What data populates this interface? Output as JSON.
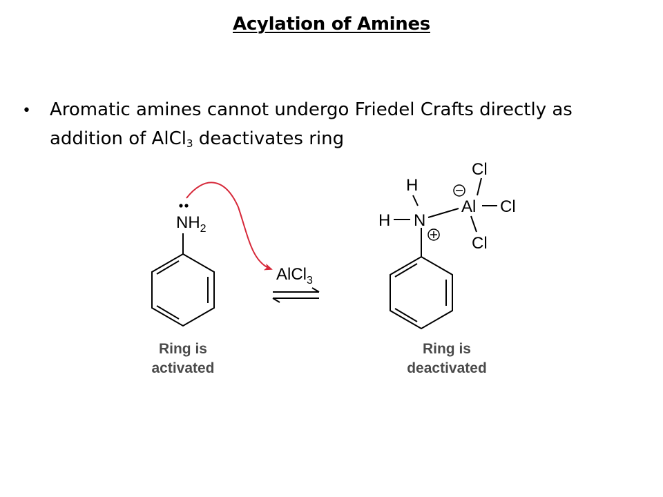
{
  "slide": {
    "title": "Acylation of Amines",
    "bullet": {
      "text_main": "Aromatic amines cannot undergo Friedel Crafts directly as addition of AlCl",
      "subscript": "3",
      "text_end": " deactivates ring"
    }
  },
  "scheme": {
    "reactant": {
      "group": "NH",
      "group_sub": "2",
      "caption_line1": "Ring is",
      "caption_line2": "activated"
    },
    "reagent": {
      "label": "AlCl",
      "label_sub": "3"
    },
    "product": {
      "h_top": "H",
      "h_left": "H",
      "n": "N",
      "al": "Al",
      "cl_top": "Cl",
      "cl_right": "Cl",
      "cl_bottom": "Cl",
      "caption_line1": "Ring is",
      "caption_line2": "deactivated"
    },
    "colors": {
      "arrow": "#d62839",
      "caption": "#4a4a4a"
    }
  }
}
